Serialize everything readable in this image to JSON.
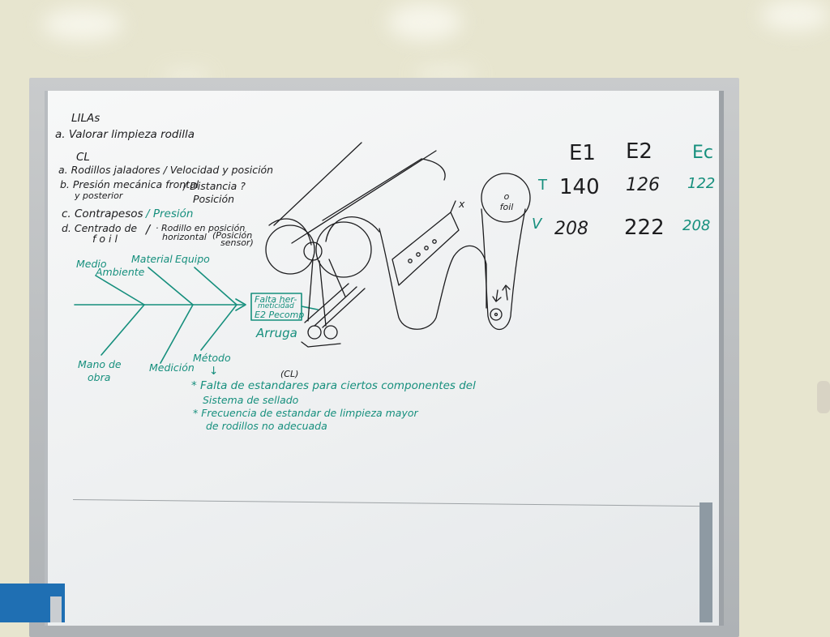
{
  "board": {
    "title": "LILAs",
    "item_a": "a. Valorar limpieza rodilla",
    "cl_heading": "CL",
    "cl_list": {
      "a": "a. Rodillos jaladores / Velocidad y posición",
      "b_line1": "b. Presión mecánica frontal",
      "b_line2": "y posterior",
      "b_slash": "/ Distancia ?",
      "b_line3": "Posición",
      "c_black": "c. Contrapesos",
      "c_green": "/ Presión",
      "d_line1": "d. Centrado de",
      "d_line2": "foil",
      "d_slash": "/",
      "d_right1": "· Rodillo en posición",
      "d_right2": "horizontal",
      "d_right3": "(Posición",
      "d_right4": "sensor)"
    },
    "ishikawa": {
      "medio_ambiente_1": "Medio",
      "medio_ambiente_2": "Ambiente",
      "material": "Material",
      "equipo": "Equipo",
      "mano_de_obra_1": "Mano de",
      "mano_de_obra_2": "obra",
      "medicion": "Medición",
      "metodo": "Método",
      "metodo_arrow": "↓",
      "effect_1": "Falta her-",
      "effect_2": "meticidad",
      "effect_3": "E2 Pecomp",
      "arruga": "Arruga",
      "cl_tag": "(CL)",
      "cause_1_line1": "* Falta de estandares para ciertos componentes del",
      "cause_1_line2": "Sistema de sellado",
      "cause_2_line1": "* Frecuencia de estandar de limpieza mayor",
      "cause_2_line2": "de rodillos no adecuada"
    },
    "diagram": {
      "foil_label": "o foil",
      "x_mark": "x"
    },
    "table": {
      "headers": [
        "E1",
        "E2",
        "Ec"
      ],
      "row_t": {
        "label": "T",
        "values": [
          "140",
          "126",
          "122"
        ]
      },
      "row_v": {
        "label": "V",
        "values": [
          "208",
          "222",
          "208"
        ]
      }
    },
    "colors": {
      "marker_black": "#1d1d1f",
      "marker_green": "#168f7d"
    }
  }
}
